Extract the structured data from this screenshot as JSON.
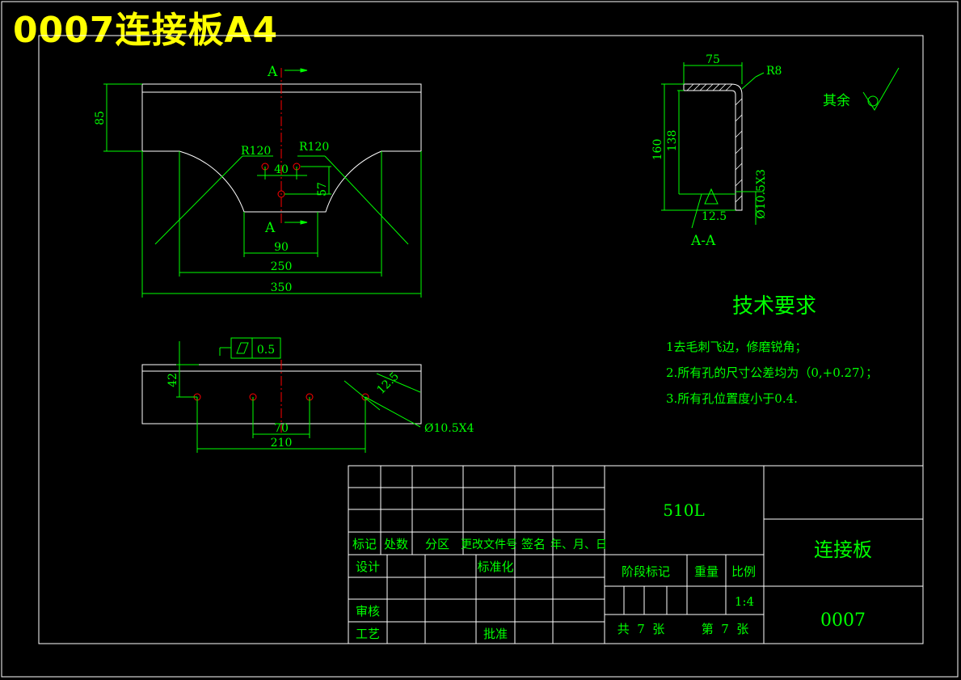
{
  "title": "0007连接板A4",
  "colors": {
    "background": "#000000",
    "outline": "#ffffff",
    "dimension": "#00ff00",
    "text": "#00ff00",
    "centerline": "#ff0000",
    "title": "#ffff00"
  },
  "front_view": {
    "section_label_top": "A",
    "section_label_bottom": "A",
    "dim_height": "85",
    "radius_left": "R120",
    "radius_right": "R120",
    "dim_hole_spacing": "40",
    "dim_hole_drop": "57",
    "dim_bottom_width": "90",
    "dim_inner_width": "250",
    "dim_total_width": "350"
  },
  "section_view": {
    "label": "A-A",
    "dim_width": "75",
    "radius": "R8",
    "dim_total_height": "160",
    "dim_inner_height": "138",
    "dim_hole_offset": "12.5",
    "hole_spec": "Ø10.5X3"
  },
  "surface_finish": {
    "label": "其余"
  },
  "bottom_view": {
    "flatness_value": "0.5",
    "dim_hole_height": "42",
    "dim_chamfer": "12.5",
    "dim_inner_spacing": "70",
    "dim_outer_spacing": "210",
    "hole_spec": "Ø10.5X4"
  },
  "tech_requirements": {
    "heading": "技术要求",
    "items": [
      "1去毛刺飞边，修磨锐角；",
      "2.所有孔的尺寸公差均为（0,+0.27）；",
      "3.所有孔位置度小于0.4."
    ]
  },
  "title_block": {
    "material": "510L",
    "part_name": "连接板",
    "drawing_no": "0007",
    "rev_headers": [
      "标记",
      "处数",
      "分区",
      "更改文件号",
      "签名",
      "年、月、日"
    ],
    "role_design": "设计",
    "role_standard": "标准化",
    "role_review": "审核",
    "role_process": "工艺",
    "role_approve": "批准",
    "stage_mark": "阶段标记",
    "weight": "重量",
    "scale_label": "比例",
    "scale_value": "1:4",
    "sheet_total": "共  7  张",
    "sheet_index": "第  7  张"
  }
}
